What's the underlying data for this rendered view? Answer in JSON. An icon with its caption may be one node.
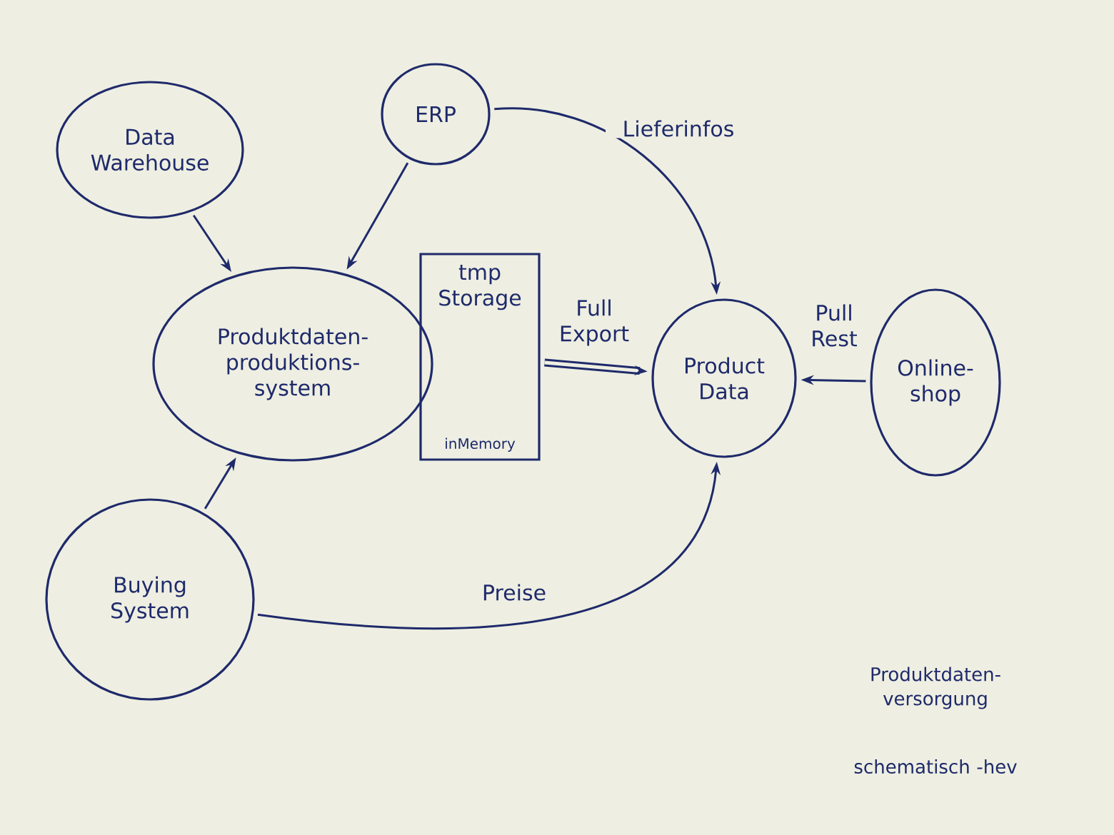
{
  "diagram": {
    "nodes": [
      {
        "text": [
          "Data Warehouse"
        ]
      },
      {
        "text": [
          "ERP"
        ]
      },
      {
        "text": [
          "Produktdaten-produktions-system"
        ]
      },
      {
        "text": [
          "tmp Storage",
          "inMemory"
        ]
      },
      {
        "text": [
          "Product Data"
        ]
      },
      {
        "text": [
          "Online-shop"
        ]
      },
      {
        "text": [
          "Buying System"
        ]
      }
    ],
    "edges": [
      {
        "from": 0,
        "to": 2,
        "arrow": "to"
      },
      {
        "from": 1,
        "to": 2,
        "arrow": "to"
      },
      {
        "from": 1,
        "to": 4,
        "arrow": "to",
        "label": "Lieferinfos"
      },
      {
        "from": 3,
        "to": 4,
        "arrow": "to",
        "label": "Full Export",
        "style": "thick"
      },
      {
        "from": 5,
        "to": 4,
        "arrow": "to",
        "label": "Pull Rest"
      },
      {
        "from": 6,
        "to": 2,
        "arrow": "to"
      },
      {
        "from": 6,
        "to": 4,
        "arrow": "to",
        "label": "Preise"
      }
    ],
    "labels": [
      "Produktdaten-versorgung",
      "schematisch -hev"
    ]
  }
}
